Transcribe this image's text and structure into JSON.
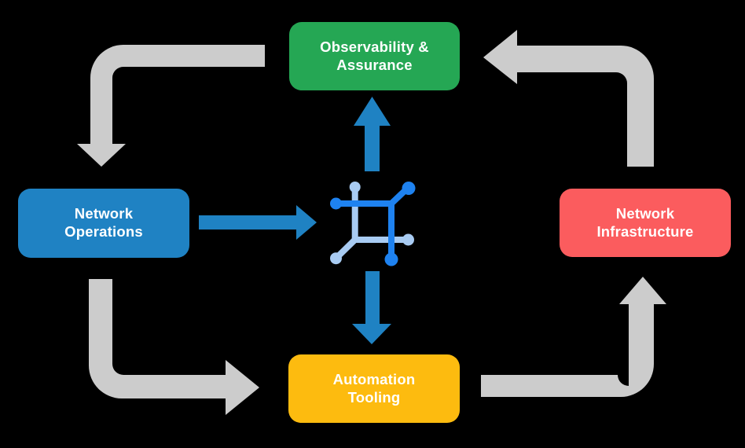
{
  "colors": {
    "background": "#000000",
    "node_text": "#FFFFFF",
    "observability_green": "#25A754",
    "operations_blue": "#1F82C3",
    "infrastructure_red": "#FB5C5E",
    "automation_yellow": "#FDBB0F",
    "cycle_arrow_gray": "#CCCCCC",
    "data_arrow_blue": "#1F82C3",
    "icon_dark_blue": "#1E82F0",
    "icon_light_blue": "#A8CBF2"
  },
  "nodes": {
    "observability": {
      "lines": [
        "Observability &",
        "Assurance"
      ]
    },
    "operations": {
      "lines": [
        "Network",
        "Operations"
      ]
    },
    "infrastructure": {
      "lines": [
        "Network",
        "Infrastructure"
      ]
    },
    "automation": {
      "lines": [
        "Automation",
        "Tooling"
      ]
    }
  },
  "center_icon": {
    "name": "network-mesh-icon"
  },
  "flows": [
    {
      "from": "Observability & Assurance",
      "to": "Network Operations",
      "style": "gray-elbow",
      "direction": "down"
    },
    {
      "from": "Network Operations",
      "to": "Automation Tooling",
      "style": "gray-elbow",
      "direction": "right"
    },
    {
      "from": "Automation Tooling",
      "to": "Network Infrastructure",
      "style": "gray-elbow",
      "direction": "up"
    },
    {
      "from": "Network Infrastructure",
      "to": "Observability & Assurance",
      "style": "gray-elbow",
      "direction": "left"
    },
    {
      "from": "Network Operations",
      "to": "center-icon",
      "style": "blue-straight",
      "direction": "right"
    },
    {
      "from": "center-icon",
      "to": "Observability & Assurance",
      "style": "blue-straight",
      "direction": "up"
    },
    {
      "from": "center-icon",
      "to": "Automation Tooling",
      "style": "blue-straight",
      "direction": "down"
    }
  ]
}
